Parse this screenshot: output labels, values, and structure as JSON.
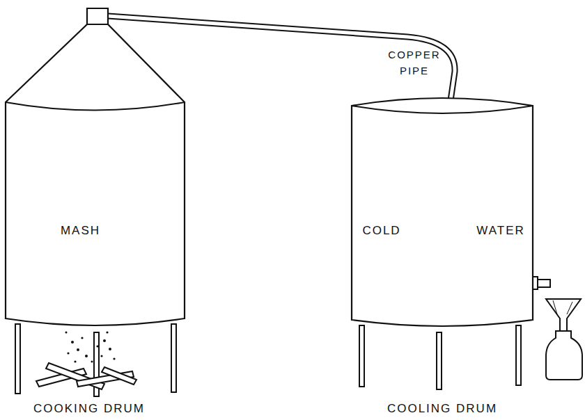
{
  "diagram": {
    "nodes": [
      {
        "text": [
          "MASH",
          "COOKING DRUM"
        ]
      },
      {
        "text": [
          "COLD",
          "WATER",
          "COOLING DRUM"
        ]
      }
    ],
    "edges": [
      {
        "from": 0,
        "to": 1,
        "arrow": "none",
        "label": "COPPER PIPE"
      }
    ]
  }
}
